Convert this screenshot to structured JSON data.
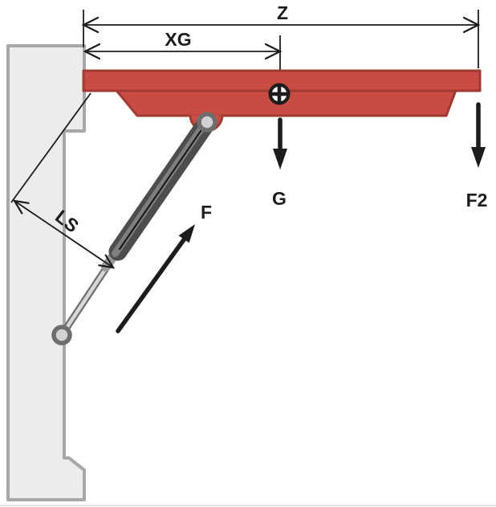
{
  "diagram": {
    "labels": {
      "z": "Z",
      "xg": "XG",
      "ls": "LS",
      "f": "F",
      "g": "G",
      "f2": "F2"
    }
  },
  "colors": {
    "table_fill": "#c84b44",
    "table_border": "#a23a34",
    "wall_fill": "#ececec",
    "wall_border": "#a8a8a8",
    "cylinder_dark": "#4d4d4d",
    "cylinder_light": "#7e7e7e",
    "cylinder_line": "#141414",
    "rod_outline": "#6f6f6f",
    "rod_fill": "#d8d8d8",
    "pin_ring": "#6e6e6e",
    "pin_fill": "#d2d2d2",
    "ink": "#1c1c1c"
  }
}
